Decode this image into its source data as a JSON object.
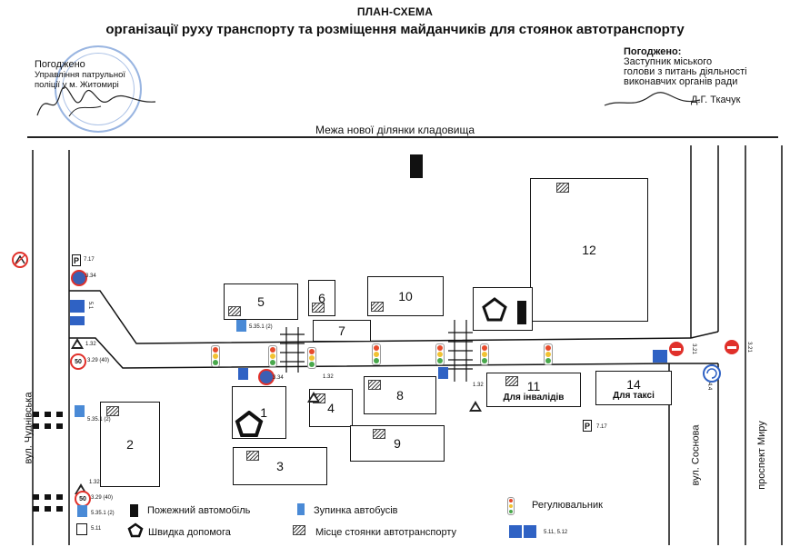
{
  "header": {
    "title": "ПЛАН-СХЕМА",
    "subtitle": "організації руху транспорту та розміщення майданчиків для стоянок автотранспорту"
  },
  "approval_left": {
    "heading": "Погоджено",
    "line1": "Управління патрульної",
    "line2": "поліції у м. Житомирі"
  },
  "approval_right": {
    "heading": "Погоджено:",
    "line1": "Заступник міського",
    "line2": "голови з питань діяльності",
    "line3": "виконавчих органів ради",
    "signer": "Д.Г. Ткачук"
  },
  "boundary_label": "Межа нової ділянки кладовища",
  "roads": {
    "chudnivska": "вул. Чуднівська",
    "sosnova": "вул. Соснова",
    "myru": "проспект Миру"
  },
  "buildings": [
    {
      "id": "1",
      "label": "1"
    },
    {
      "id": "2",
      "label": "2"
    },
    {
      "id": "3",
      "label": "3"
    },
    {
      "id": "4",
      "label": "4"
    },
    {
      "id": "5",
      "label": "5"
    },
    {
      "id": "6",
      "label": "6"
    },
    {
      "id": "7",
      "label": "7"
    },
    {
      "id": "8",
      "label": "8"
    },
    {
      "id": "9",
      "label": "9"
    },
    {
      "id": "10",
      "label": "10"
    },
    {
      "id": "11",
      "label": "11",
      "sub": "Для інвалідів"
    },
    {
      "id": "12",
      "label": "12"
    },
    {
      "id": "14",
      "label": "14",
      "sub": "Для таксі"
    }
  ],
  "signs": {
    "s717a": "7.17",
    "s334a": "3.34",
    "s51": "5.1",
    "s132a": "1.32",
    "s329a": "3.29 (40)",
    "speed40": "50",
    "s5351a": "5.35.1 (2)",
    "s132b": "1.32",
    "s329b": "3.29 (40)",
    "speed40b": "50",
    "s5351b": "5.35.1 (2)",
    "s511": "5.11",
    "s5351c": "5.35.1 (2)",
    "s334b": "3.34",
    "s132c": "1.32",
    "s132d": "1.32",
    "s717b": "7.17",
    "s321a": "3.21",
    "s321b": "3.21",
    "s44": "4.4"
  },
  "legend": {
    "fire": "Пожежний автомобіль",
    "bus": "Зупинка автобусів",
    "regulator": "Регулювальник",
    "ambulance": "Швидка допомога",
    "parking": "Місце стоянки автотранспорту",
    "signs_ref": "5.11, 5.12"
  },
  "colors": {
    "no_entry": "#e0302a",
    "sign_blue": "#2f62c4",
    "stamp": "#4678c8"
  }
}
